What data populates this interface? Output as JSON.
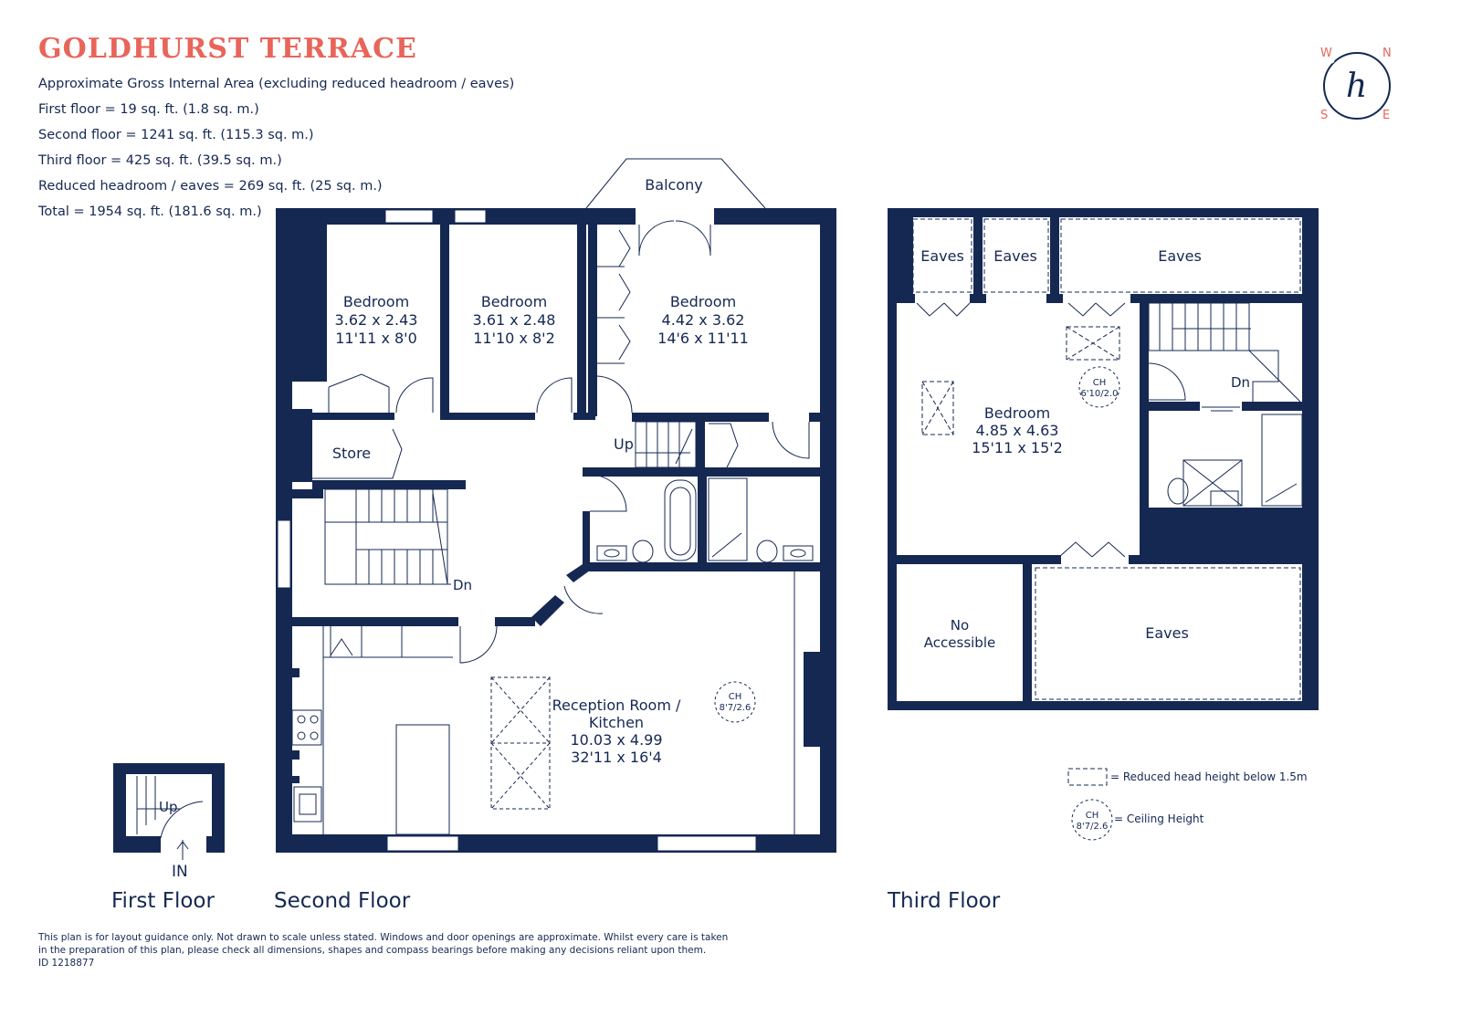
{
  "header": {
    "title": "GOLDHURST TERRACE",
    "area_lines": [
      "Approximate Gross Internal Area (excluding reduced headroom / eaves)",
      "First floor  = 19 sq. ft. (1.8 sq. m.)",
      "Second floor = 1241 sq. ft. (115.3 sq. m.)",
      "Third floor = 425 sq. ft. (39.5 sq. m.)",
      "Reduced headroom / eaves = 269 sq. ft. (25 sq. m.)",
      "Total = 1954 sq. ft. (181.6 sq. m.)"
    ]
  },
  "compass": {
    "w": "W",
    "n": "N",
    "s": "S",
    "e": "E",
    "logo": "h"
  },
  "second_floor": {
    "balcony": "Balcony",
    "bedroom_1": {
      "name": "Bedroom",
      "metric": "3.62 x 2.43",
      "imperial": "11'11 x 8'0"
    },
    "bedroom_2": {
      "name": "Bedroom",
      "metric": "3.61 x 2.48",
      "imperial": "11'10 x 8'2"
    },
    "bedroom_3": {
      "name": "Bedroom",
      "metric": "4.42 x 3.62",
      "imperial": "14'6 x 11'11"
    },
    "store": "Store",
    "up": "Up",
    "dn": "Dn",
    "reception": {
      "name_1": "Reception Room /",
      "name_2": "Kitchen",
      "metric": "10.03 x 4.99",
      "imperial": "32'11 x 16'4"
    },
    "ch": {
      "label": "CH",
      "value": "8'7/2.6"
    }
  },
  "first_floor": {
    "up": "Up",
    "in": "IN"
  },
  "third_floor": {
    "eaves_1": "Eaves",
    "eaves_2": "Eaves",
    "eaves_3": "Eaves",
    "eaves_4": "Eaves",
    "bedroom": {
      "name": "Bedroom",
      "metric": "4.85 x 4.63",
      "imperial": "15'11 x 15'2"
    },
    "ch": {
      "label": "CH",
      "value": "6'10/2.0"
    },
    "dn": "Dn",
    "no_access_1": "No",
    "no_access_2": "Accessible"
  },
  "floor_titles": {
    "first": "First Floor",
    "second": "Second Floor",
    "third": "Third Floor"
  },
  "legend": {
    "reduced": "= Reduced head height below 1.5m",
    "ceiling": "= Ceiling Height",
    "ch_label": "CH",
    "ch_value": "8'7/2.6"
  },
  "footer": {
    "disclaimer_1": "This plan is for layout guidance only. Not drawn to scale unless stated. Windows and door openings are approximate. Whilst every care is taken",
    "disclaimer_2": "in the preparation of this plan, please check all dimensions, shapes and compass bearings before making any decisions reliant upon them.",
    "id": "ID 1218877"
  },
  "colors": {
    "navy": "#152852",
    "coral": "#e8655a"
  }
}
